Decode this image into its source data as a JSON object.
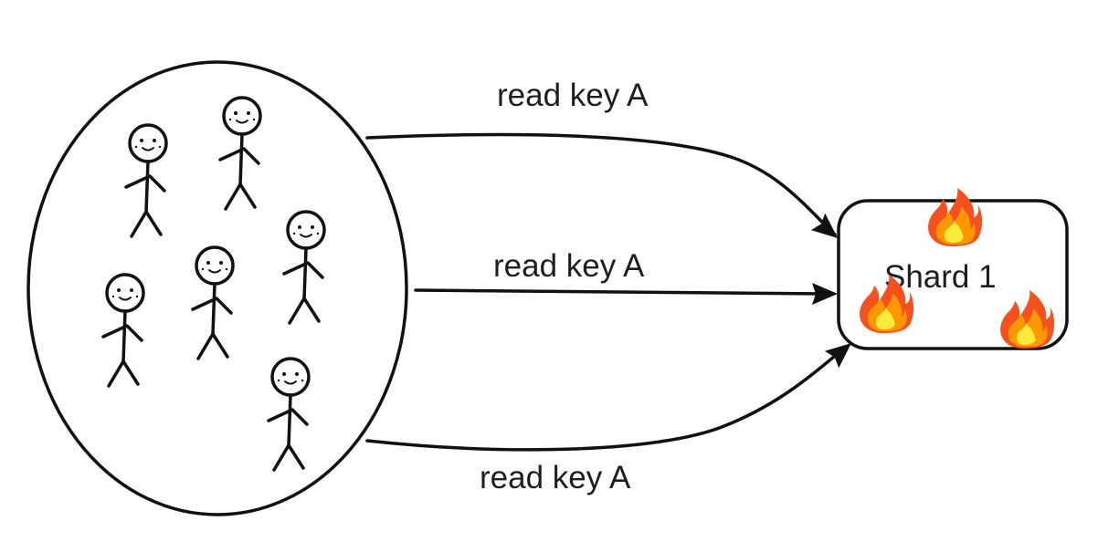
{
  "edges": [
    {
      "label": "read key A"
    },
    {
      "label": "read key A"
    },
    {
      "label": "read key A"
    }
  ],
  "shard": {
    "label": "Shard 1"
  },
  "group": {
    "people_count": 6,
    "fire_count": 3
  },
  "colors": {
    "stroke": "#111111",
    "text": "#1e1e1e",
    "fire_outer": "#f4511e",
    "fire_middle": "#ff9800",
    "fire_inner": "#ffeb3b"
  },
  "icons": {
    "person": "stick-figure-icon",
    "fire": "fire-icon"
  }
}
